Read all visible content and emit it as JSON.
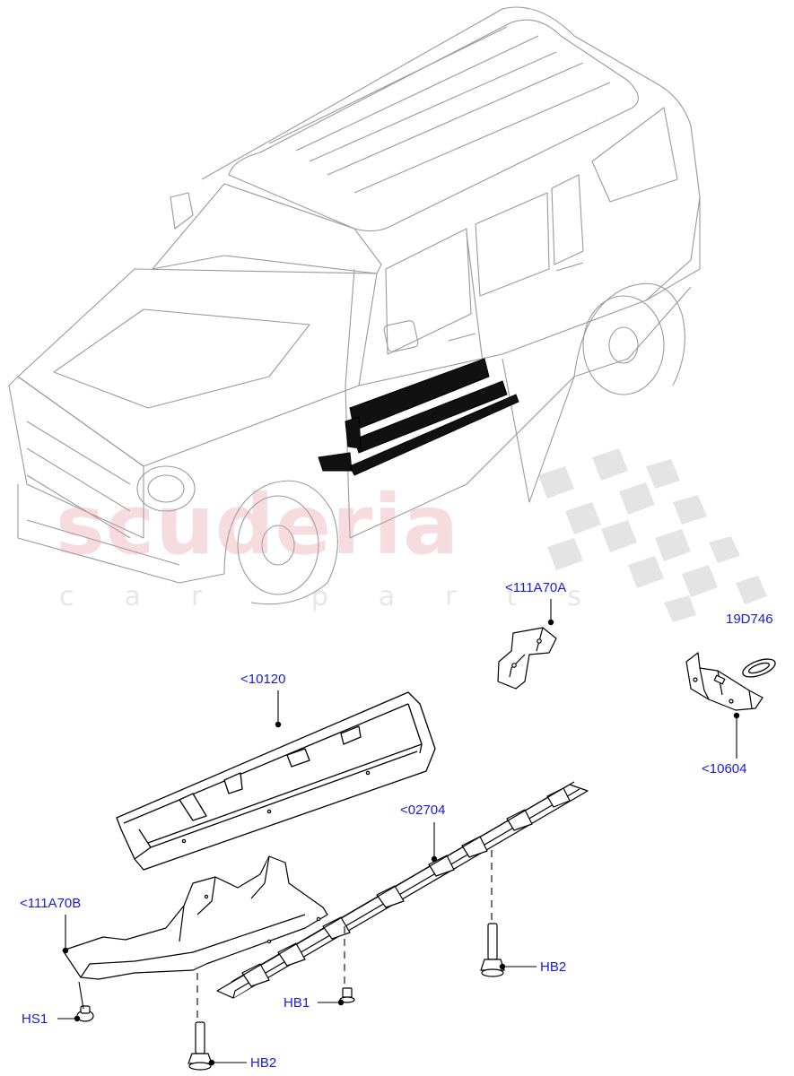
{
  "colors": {
    "label_blue": "#1a1adf",
    "line_black": "#000000",
    "watermark_red": "#e89aa5",
    "watermark_grey": "#bdbdbd",
    "checker_grey": "#cfcfcf"
  },
  "watermark": {
    "brand": "scuderia",
    "tagline": "car parts"
  },
  "callouts": {
    "l111A70A": "<111A70A",
    "l19D746": "19D746",
    "l10120": "<10120",
    "l10604": "<10604",
    "l02704": "<02704",
    "l111A70B": "<111A70B",
    "hb2_right": "HB2",
    "hb1": "HB1",
    "hs1": "HS1",
    "hb2_bottom": "HB2"
  }
}
